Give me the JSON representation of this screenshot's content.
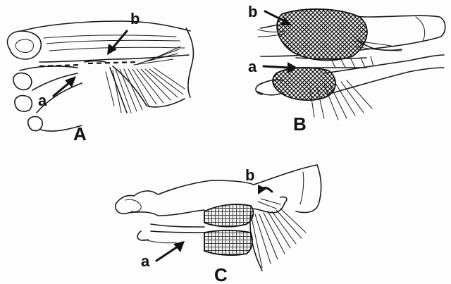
{
  "labels": {
    "panel_a": "A",
    "panel_b": "B",
    "panel_c": "C",
    "a_in_a": "a",
    "b_in_a": "b",
    "a_in_b": "a",
    "b_in_b": "b",
    "a_in_c": "a",
    "b_in_c": "b"
  }
}
